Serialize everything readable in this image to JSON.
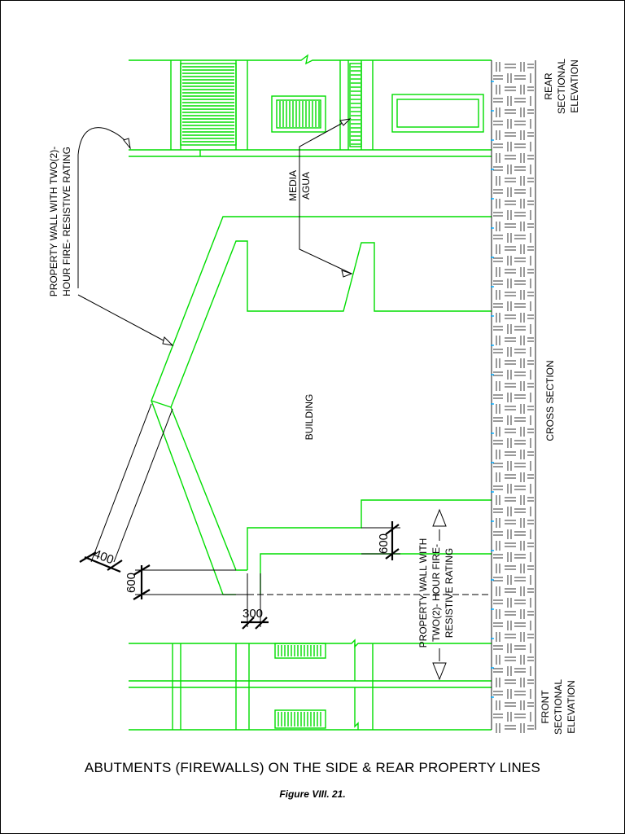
{
  "diagram": {
    "title": "ABUTMENTS (FIREWALLS) ON THE SIDE & REAR PROPERTY LINES",
    "caption": "Figure VIII. 21.",
    "labels": {
      "rear_elevation": [
        "REAR",
        "SECTIONAL",
        "ELEVATION"
      ],
      "front_elevation": [
        "FRONT",
        "SECTIONAL",
        "ELEVATION"
      ],
      "cross_section": "CROSS SECTION",
      "building": "BUILDING",
      "media_agua": [
        "MEDIA",
        "AGUA"
      ],
      "property_wall_top": [
        "PROPERTY WALL WITH TWO(2)-",
        "HOUR FIRE- RESISTIVE RATING"
      ],
      "property_wall_bottom": [
        "PROPERTY WALL WITH",
        "TWO(2)- HOUR FIRE-",
        "RESISTIVE RATING"
      ]
    },
    "dimensions": {
      "d400": "400",
      "d600_left": "600",
      "d600_right": "600",
      "d300": "300"
    },
    "colors": {
      "wall": "#00dd00",
      "line": "#000000",
      "hatch": "#000000",
      "accent": "#00aaff"
    }
  }
}
